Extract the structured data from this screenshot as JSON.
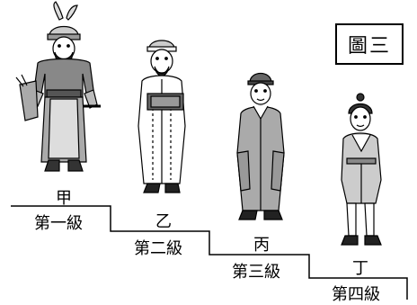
{
  "title": "圖三",
  "figures": [
    {
      "label": "甲",
      "rank": "第一級"
    },
    {
      "label": "乙",
      "rank": "第二級"
    },
    {
      "label": "丙",
      "rank": "第三級"
    },
    {
      "label": "丁",
      "rank": "第四級"
    }
  ]
}
